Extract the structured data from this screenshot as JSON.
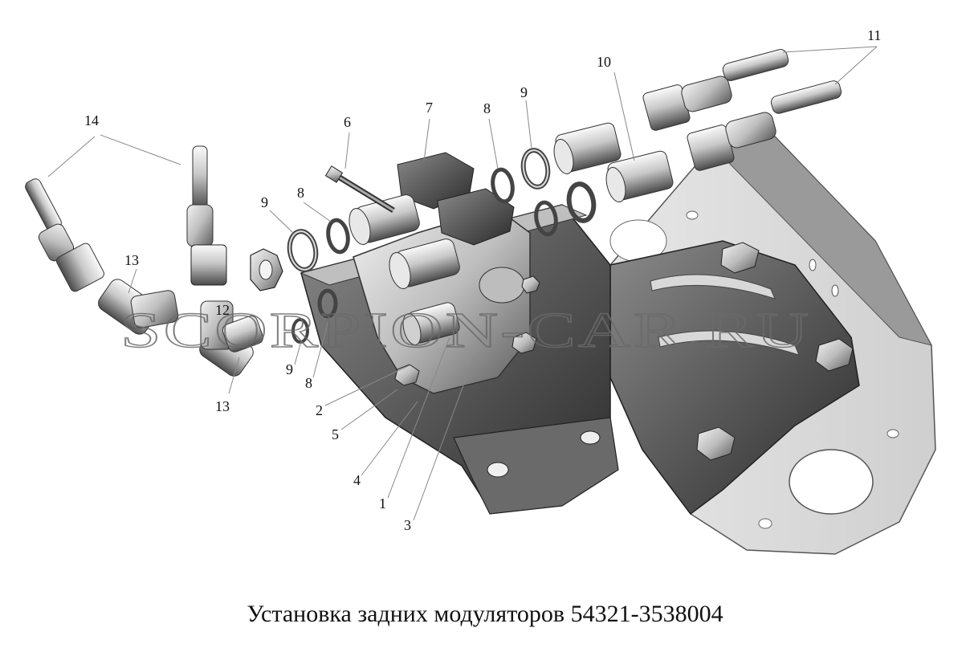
{
  "caption": "Установка задних модуляторов 54321-3538004",
  "watermark": "SCORPION-CAR.RU",
  "callouts": [
    {
      "id": "14",
      "label": "14"
    },
    {
      "id": "13a",
      "label": "13"
    },
    {
      "id": "12",
      "label": "12"
    },
    {
      "id": "13b",
      "label": "13"
    },
    {
      "id": "9a",
      "label": "9"
    },
    {
      "id": "8a",
      "label": "8"
    },
    {
      "id": "6",
      "label": "6"
    },
    {
      "id": "7",
      "label": "7"
    },
    {
      "id": "8b",
      "label": "8"
    },
    {
      "id": "9b",
      "label": "9"
    },
    {
      "id": "10",
      "label": "10"
    },
    {
      "id": "11",
      "label": "11"
    },
    {
      "id": "9c",
      "label": "9"
    },
    {
      "id": "8c",
      "label": "8"
    },
    {
      "id": "2",
      "label": "2"
    },
    {
      "id": "5",
      "label": "5"
    },
    {
      "id": "4",
      "label": "4"
    },
    {
      "id": "1",
      "label": "1"
    },
    {
      "id": "3",
      "label": "3"
    }
  ]
}
